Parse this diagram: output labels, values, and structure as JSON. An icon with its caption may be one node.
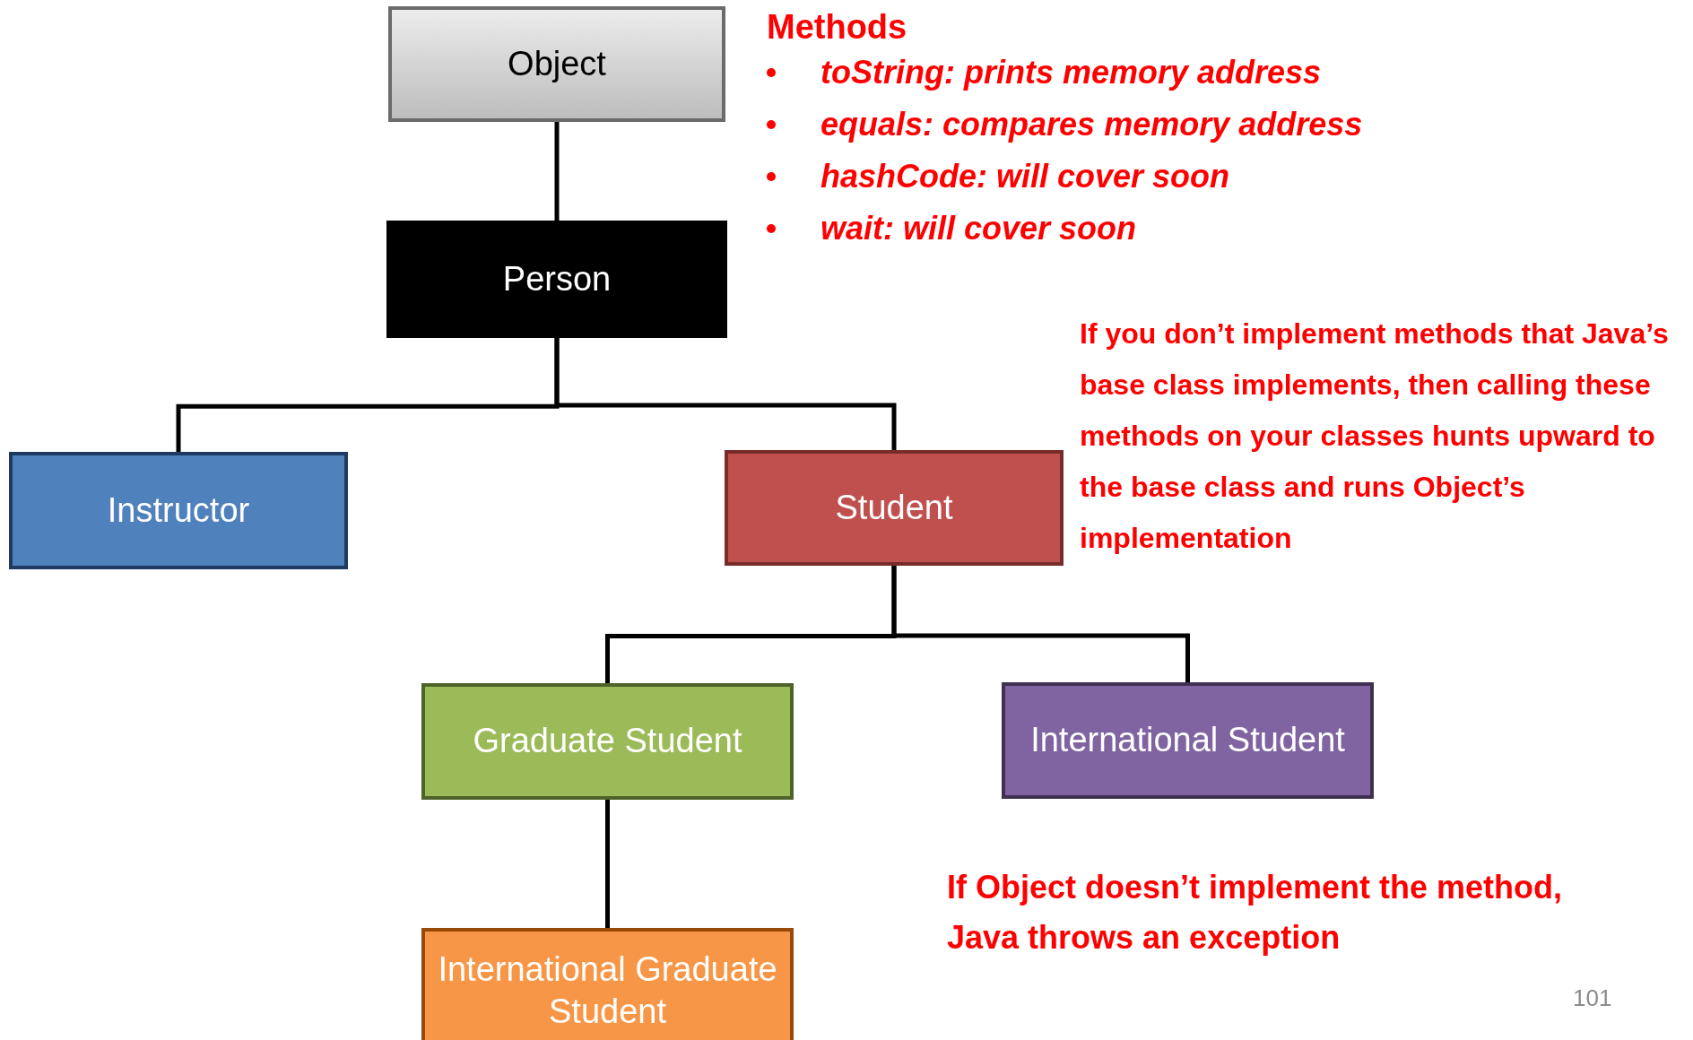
{
  "diagram": {
    "nodes": [
      {
        "text": [
          "Object"
        ]
      },
      {
        "text": [
          "Person"
        ]
      },
      {
        "text": [
          "Instructor"
        ]
      },
      {
        "text": [
          "Student"
        ]
      },
      {
        "text": [
          "Graduate Student"
        ]
      },
      {
        "text": [
          "International Student"
        ]
      },
      {
        "text": [
          "International Graduate Student"
        ]
      }
    ],
    "edges": [
      {
        "from": 0,
        "to": 1,
        "arrow": "none"
      },
      {
        "from": 1,
        "to": 2,
        "arrow": "none"
      },
      {
        "from": 1,
        "to": 3,
        "arrow": "none"
      },
      {
        "from": 3,
        "to": 4,
        "arrow": "none"
      },
      {
        "from": 3,
        "to": 5,
        "arrow": "none"
      },
      {
        "from": 4,
        "to": 6,
        "arrow": "none"
      }
    ],
    "labels": [
      "Methods",
      "toString: prints memory address",
      "equals: compares memory address",
      "hashCode: will cover soon",
      "wait: will cover soon",
      "If you don’t implement methods that Java’s base class implements, then calling these methods on your classes hunts upward to the base class and runs Object’s implementation",
      "If Object doesn’t implement the method, Java throws an exception",
      "101"
    ]
  }
}
